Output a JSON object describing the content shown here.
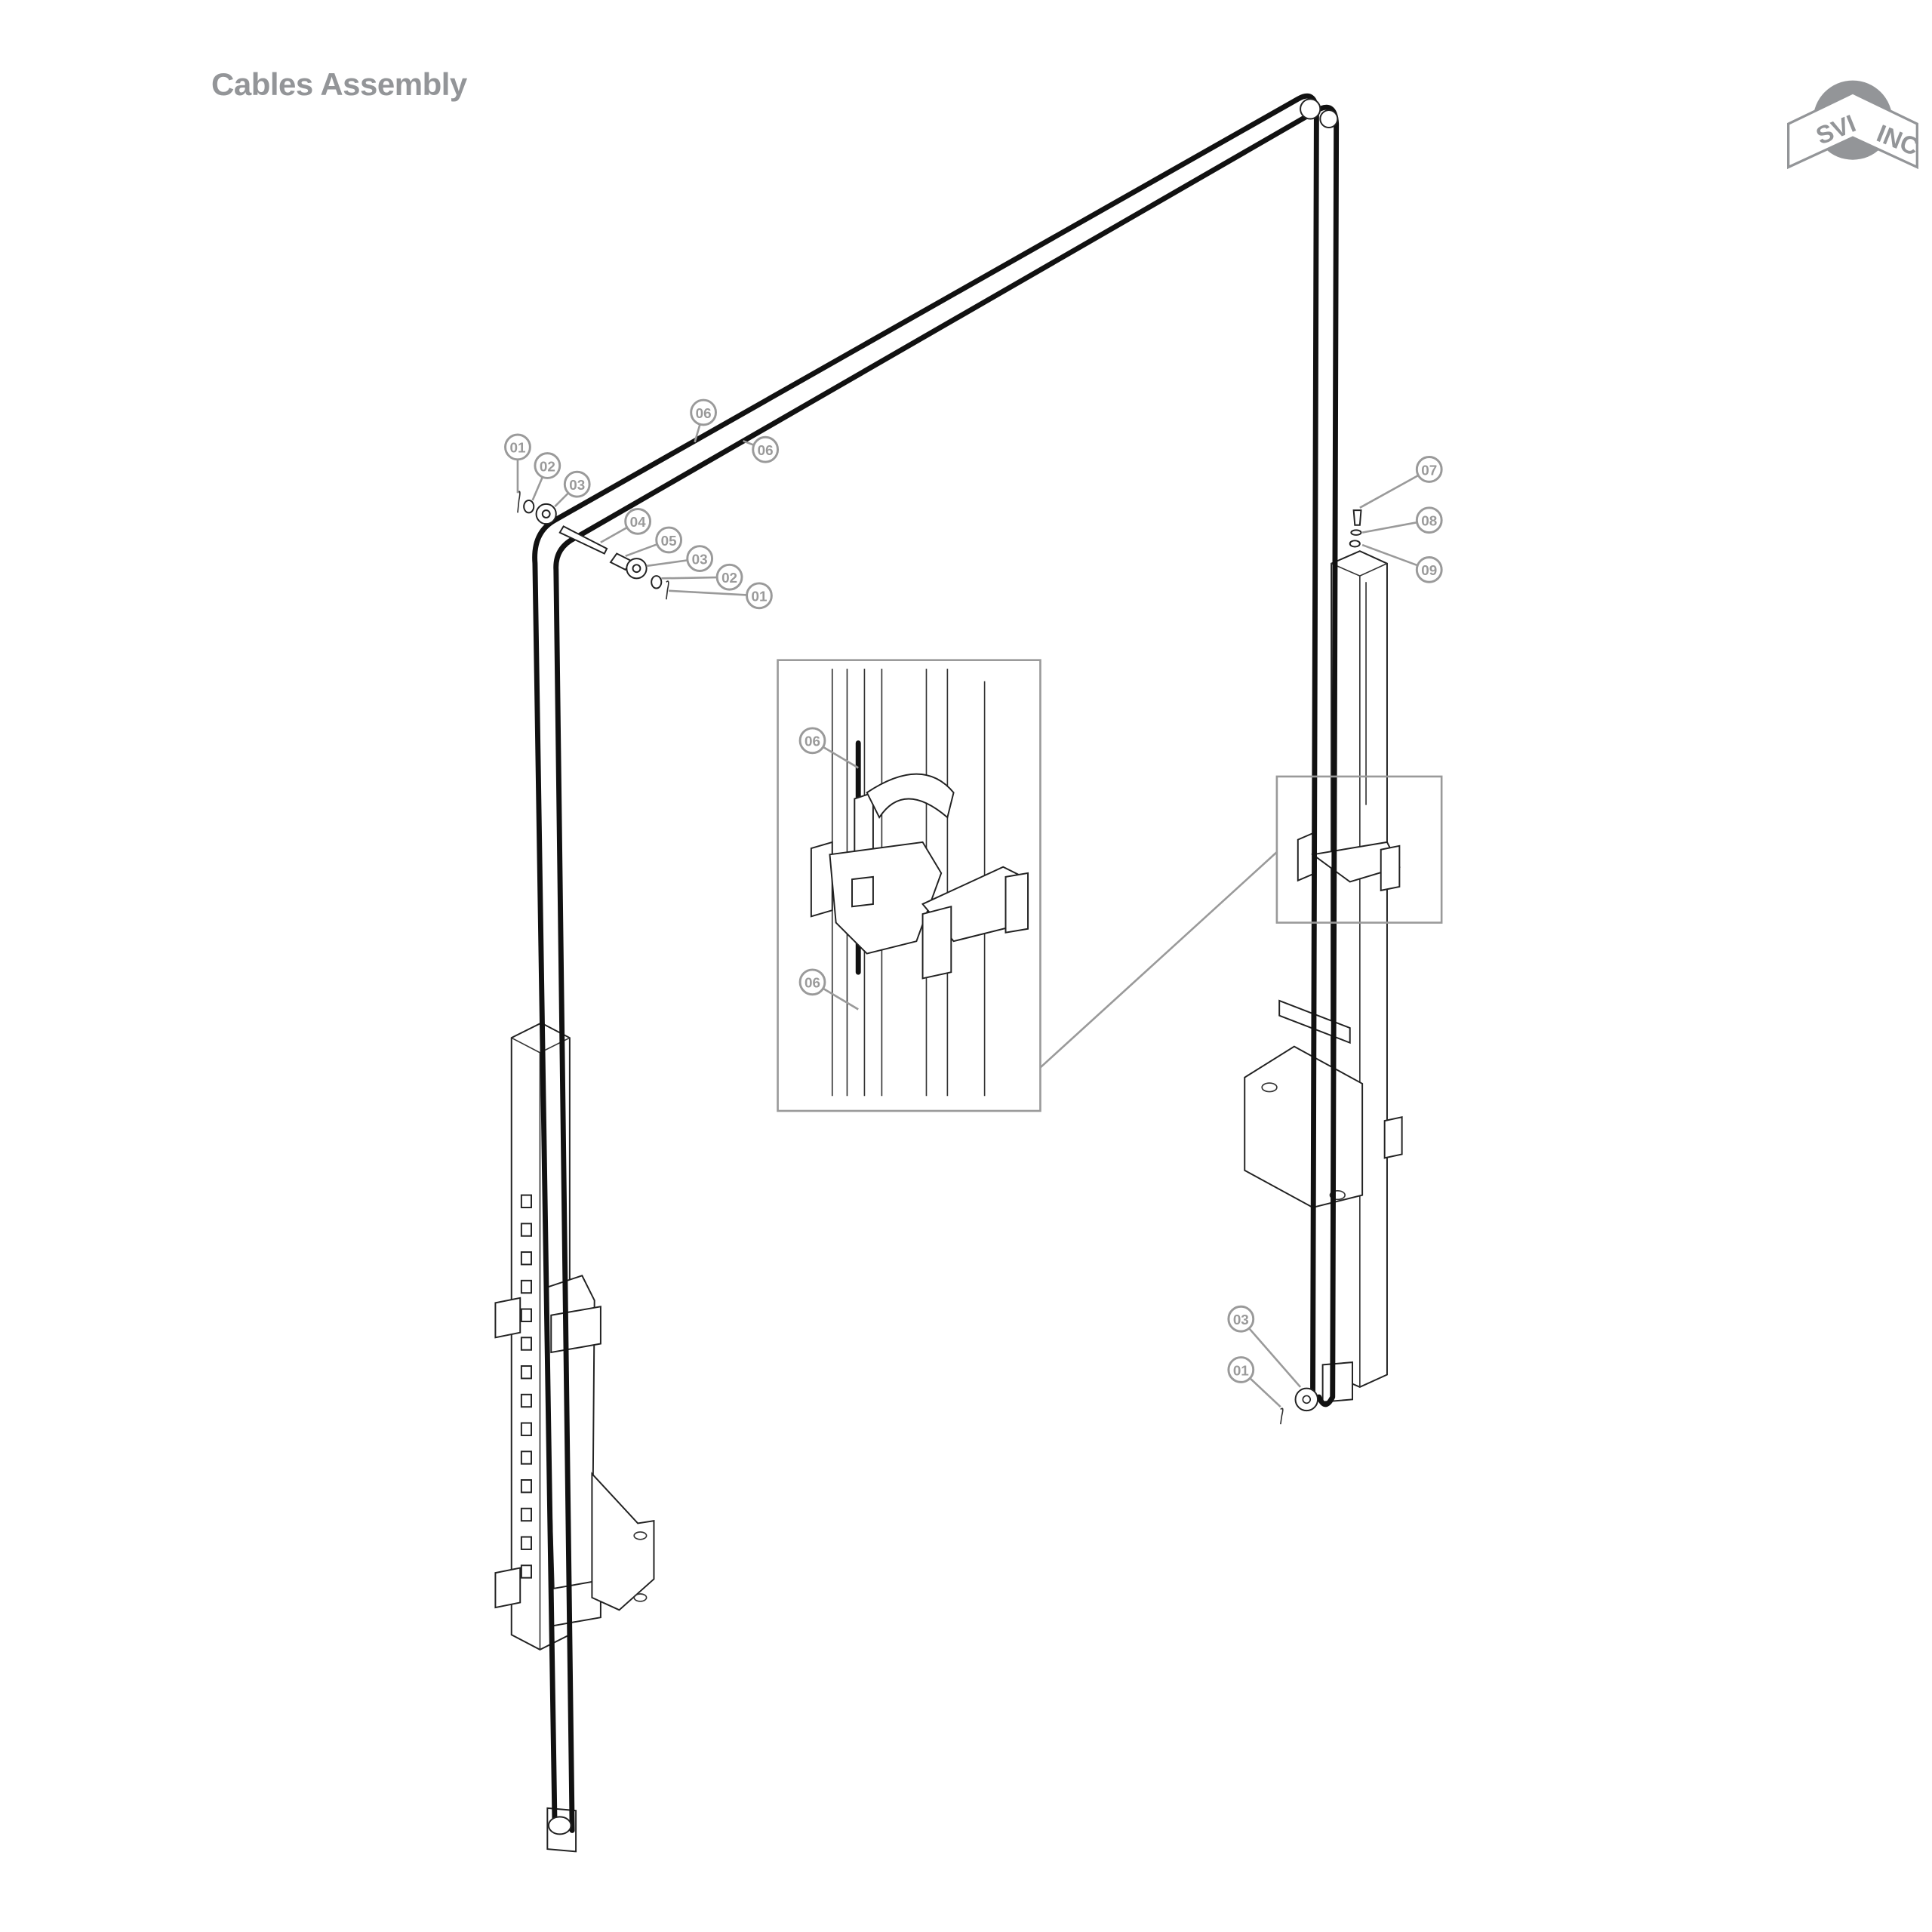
{
  "title": "Cables Assembly",
  "logo": {
    "text": "SVI INC",
    "color": "#939598"
  },
  "callouts": {
    "top_left": [
      "01",
      "02",
      "03",
      "04",
      "05",
      "03",
      "02",
      "01"
    ],
    "cable_top": [
      "06",
      "06"
    ],
    "right_top": [
      "07",
      "08",
      "09"
    ],
    "inset": [
      "06",
      "06"
    ],
    "bottom_right": [
      "03",
      "01"
    ]
  },
  "colors": {
    "line": "#111111",
    "callout": "#9a9a9a"
  }
}
